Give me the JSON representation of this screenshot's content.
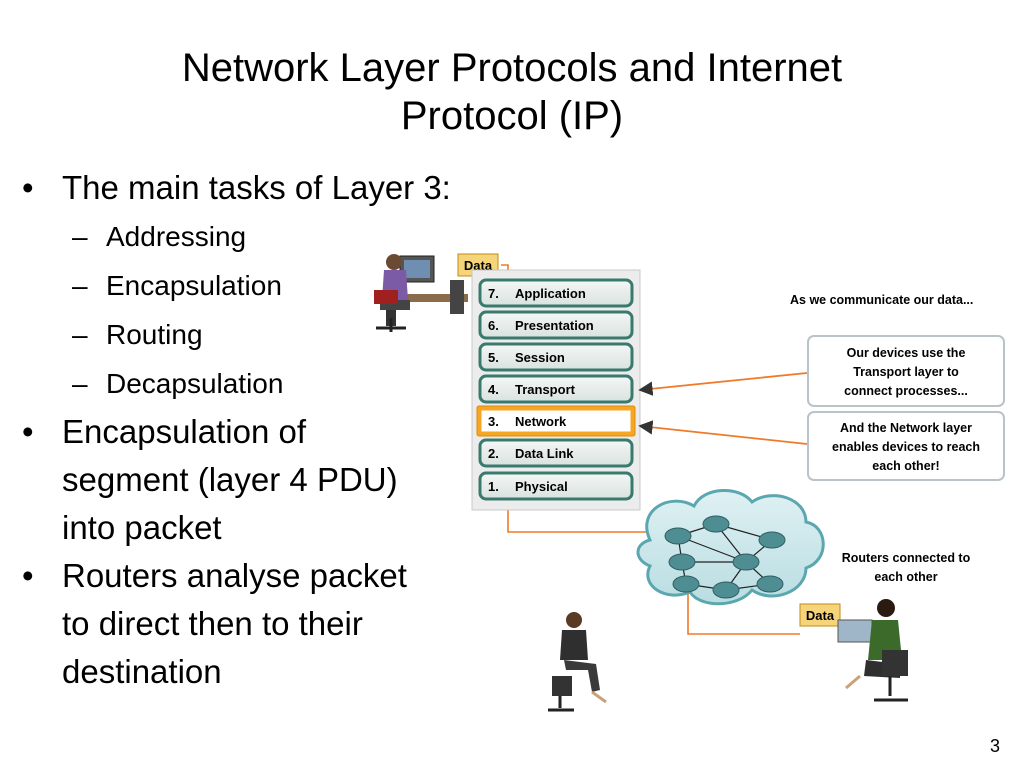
{
  "slide": {
    "title_line1": "Network Layer Protocols and Internet",
    "title_line2": "Protocol (IP)",
    "number": "3"
  },
  "bullets": {
    "b1": "The main tasks of Layer 3:",
    "subs": [
      "Addressing",
      "Encapsulation",
      "Routing",
      "Decapsulation"
    ],
    "b2_l1": "Encapsulation of",
    "b2_l2": "segment (layer 4 PDU)",
    "b2_l3": "into packet",
    "b3_l1": "Routers analyse packet",
    "b3_l2": "to direct then to their",
    "b3_l3": "destination",
    "bullet_char": "•",
    "dash_char": "–"
  },
  "diagram": {
    "data_label": "Data",
    "layers": [
      {
        "num": "7.",
        "name": "Application"
      },
      {
        "num": "6.",
        "name": "Presentation"
      },
      {
        "num": "5.",
        "name": "Session"
      },
      {
        "num": "4.",
        "name": "Transport"
      },
      {
        "num": "3.",
        "name": "Network"
      },
      {
        "num": "2.",
        "name": "Data Link"
      },
      {
        "num": "1.",
        "name": "Physical"
      }
    ],
    "caption_top": "As we communicate our data...",
    "callout1": [
      "Our devices use the",
      "Transport layer to",
      "connect processes..."
    ],
    "callout2": [
      "And the Network layer",
      "enables devices to reach",
      "each other!"
    ],
    "routers_caption": [
      "Routers connected to",
      "each other"
    ],
    "highlight_color": "#f5a623",
    "arrow_color": "#f07a28",
    "layer_border": "#3a7a6e"
  }
}
